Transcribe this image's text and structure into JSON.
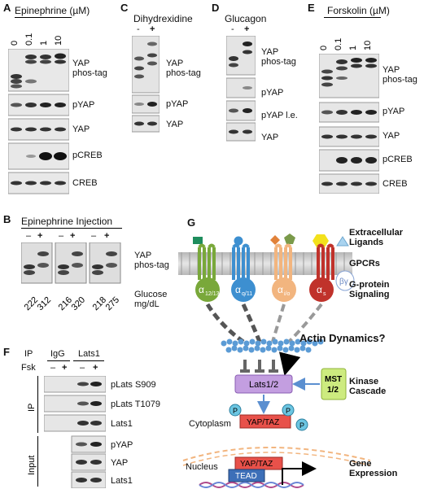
{
  "panels": {
    "A": {
      "letter": "A",
      "title": "Epinephrine (µM)",
      "lanes": [
        "0",
        "0.1",
        "1",
        "10"
      ],
      "rows": [
        "YAP\nphos-tag",
        "pYAP",
        "YAP",
        "pCREB",
        "CREB"
      ]
    },
    "B": {
      "letter": "B",
      "title": "Epinephrine Injection",
      "signs": [
        "–",
        "+",
        "–",
        "+",
        "–",
        "+"
      ],
      "row_label": "YAP\nphos-tag",
      "glucose_values": [
        "222",
        "312",
        "216",
        "320",
        "218",
        "275"
      ],
      "glucose_label": "Glucose\nmg/dL"
    },
    "C": {
      "letter": "C",
      "title": "Dihydrexidine",
      "signs": [
        "-",
        "+"
      ],
      "rows": [
        "YAP\nphos-tag",
        "pYAP",
        "YAP"
      ]
    },
    "D": {
      "letter": "D",
      "title": "Glucagon",
      "signs": [
        "-",
        "+"
      ],
      "rows": [
        "YAP\nphos-tag",
        "pYAP",
        "pYAP l.e.",
        "YAP"
      ]
    },
    "E": {
      "letter": "E",
      "title": "Forskolin (µM)",
      "lanes": [
        "0",
        "0.1",
        "1",
        "10"
      ],
      "rows": [
        "YAP\nphos-tag",
        "pYAP",
        "YAP",
        "pCREB",
        "CREB"
      ]
    },
    "F": {
      "letter": "F",
      "ip_label": "IP",
      "igg_label": "IgG",
      "lats1_label": "Lats1",
      "fsk_label": "Fsk",
      "signs": [
        "–",
        "+",
        "–",
        "+"
      ],
      "ip_rows": [
        "pLats S909",
        "pLats T1079",
        "Lats1"
      ],
      "input_rows": [
        "pYAP",
        "YAP",
        "Lats1"
      ],
      "ip_side": "IP",
      "input_side": "Input"
    },
    "G": {
      "letter": "G",
      "extracellular": "Extracellular\nLigands",
      "gpcrs": "GPCRs",
      "gprotein": "G-protein\nSignaling",
      "actin": "Actin Dynamics?",
      "kinase": "Kinase\nCascade",
      "lats": "Lats1/2",
      "mst": "MST\n1/2",
      "yaptaz": "YAP/TAZ",
      "phospho": "P",
      "cytoplasm": "Cytoplasm",
      "nucleus": "Nucleus",
      "tead": "TEAD",
      "gene": "Gene\nExpression",
      "beta_gamma": "βγ",
      "alphas": [
        {
          "base": "α",
          "sub": "12/13",
          "color": "#79a83a"
        },
        {
          "base": "α",
          "sub": "q/11",
          "color": "#3d8fd0"
        },
        {
          "base": "α",
          "sub": "i/o",
          "color": "#f2b57f"
        },
        {
          "base": "α",
          "sub": "s",
          "color": "#c0322b"
        }
      ]
    }
  }
}
